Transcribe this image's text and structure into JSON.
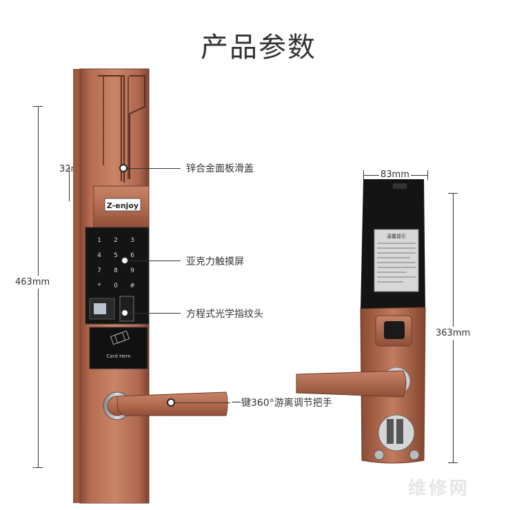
{
  "page": {
    "title": "产品参数"
  },
  "dimensions": {
    "plate_thickness": "32mm",
    "front_height": "463mm",
    "back_width": "83mm",
    "back_height": "363mm"
  },
  "callouts": [
    {
      "label": "锌合金面板滑盖"
    },
    {
      "label": "亚克力触摸屏"
    },
    {
      "label": "方程式光学指纹头"
    },
    {
      "label": "一键360°游离调节把手"
    }
  ],
  "lock_front": {
    "brand": "Z-enjoy",
    "keypad_keys": [
      "1",
      "2",
      "3",
      "4",
      "5",
      "6",
      "7",
      "8",
      "9",
      "*",
      "0",
      "#"
    ],
    "card_label": "Card Here"
  },
  "lock_back": {
    "notice_title": "温馨提示"
  },
  "watermark": "维修网"
}
